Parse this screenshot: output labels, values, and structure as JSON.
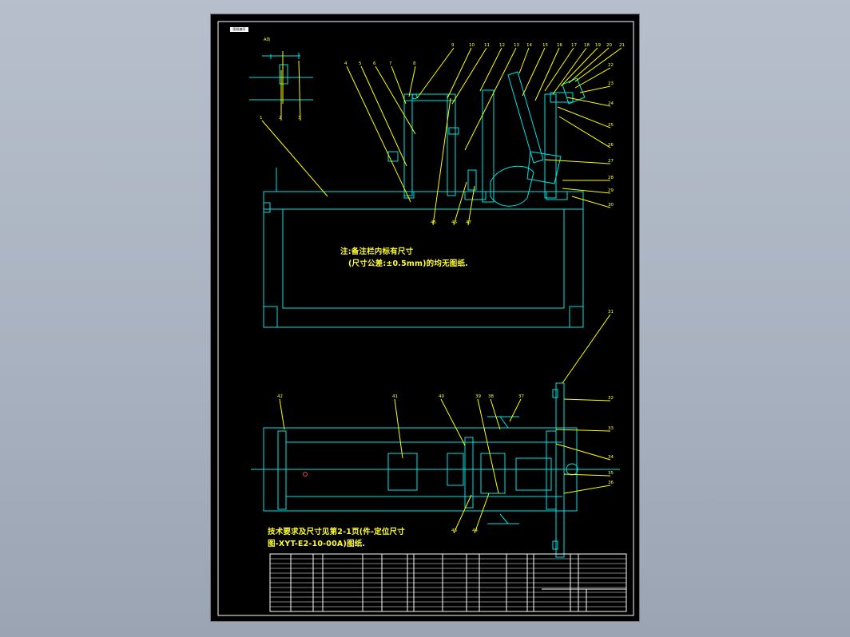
{
  "drawing": {
    "sheet_tag": "图纸编号",
    "note_line_1": "注:备注栏内标有尺寸",
    "note_line_2": "(尺寸公差:±0.5mm)的均无图纸.",
    "tech_line_1": "技术要求及尺寸见第2-1页(件-定位尺寸",
    "tech_line_2": "图-XYT-E2-10-00A)图纸.",
    "top_view_label": "A向",
    "balloons": [
      "1",
      "2",
      "3",
      "4",
      "5",
      "6",
      "7",
      "8",
      "9",
      "10",
      "11",
      "12",
      "13",
      "14",
      "15",
      "16",
      "17",
      "18",
      "19",
      "20",
      "21",
      "22",
      "23",
      "24",
      "25",
      "26",
      "27",
      "28",
      "29",
      "30",
      "31",
      "32",
      "33",
      "34",
      "35",
      "36",
      "37",
      "38",
      "39",
      "40",
      "41",
      "42",
      "43",
      "44",
      "45",
      "46",
      "47"
    ],
    "colors": {
      "line": "#00e5e5",
      "leader": "#ffff00",
      "text": "#ffff33",
      "border": "#ffffff",
      "background": "#000000",
      "canvas": "#a9b2c0"
    }
  }
}
